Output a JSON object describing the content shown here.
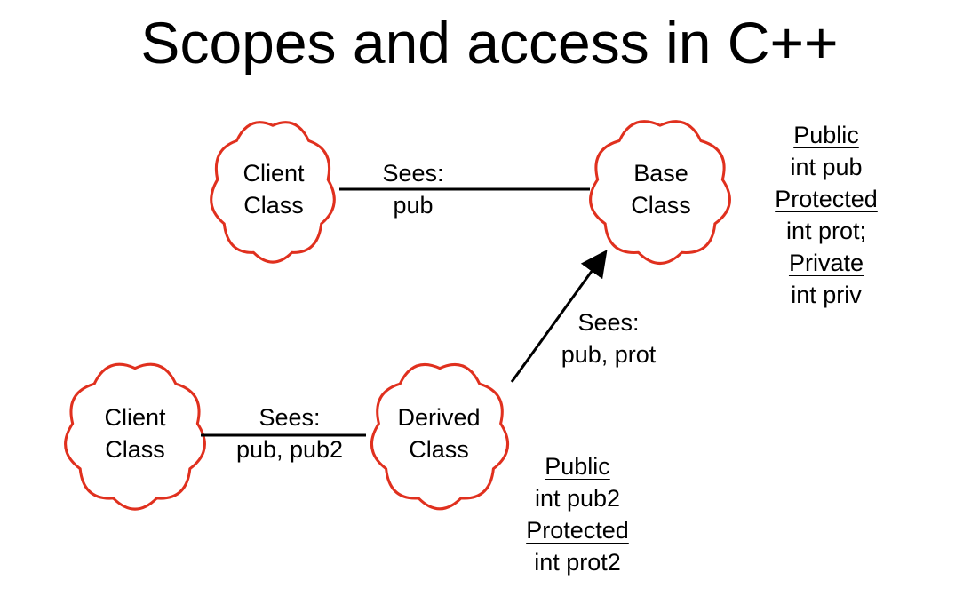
{
  "title": "Scopes and access in C++",
  "nodes": {
    "client_top": [
      "Client",
      "Class"
    ],
    "base": [
      "Base",
      "Class"
    ],
    "client_bottom": [
      "Client",
      "Class"
    ],
    "derived": [
      "Derived",
      "Class"
    ]
  },
  "edges": {
    "client_top_base": [
      "Sees:",
      "pub"
    ],
    "derived_base": [
      "Sees:",
      "pub, prot"
    ],
    "client_bottom_derived": [
      "Sees:",
      "pub, pub2"
    ]
  },
  "base_members": [
    "Public",
    "int pub",
    "Protected",
    "int prot;",
    "Private",
    "int priv"
  ],
  "derived_members": [
    "Public",
    "int pub2",
    "Protected",
    "int prot2"
  ],
  "colors": {
    "cloud_outline": "#e0301e",
    "line": "#000000"
  }
}
